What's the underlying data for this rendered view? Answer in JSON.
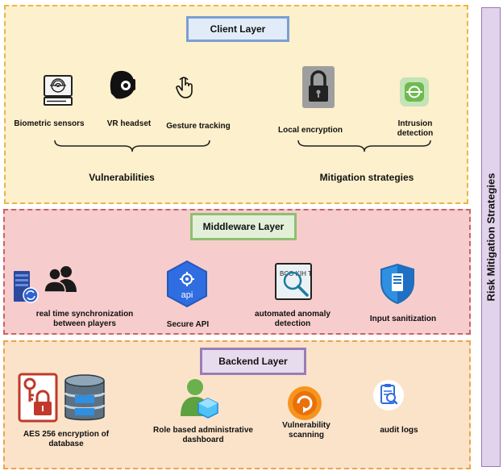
{
  "side_label": "Risk Mitigation Strategies",
  "client": {
    "title": "Client Layer",
    "items": [
      "Biometric sensors",
      "VR headset",
      "Gesture tracking",
      "Local encryption",
      "Intrusion detection"
    ],
    "group_vulnerabilities": "Vulnerabilities",
    "group_mitigation": "Mitigation strategies"
  },
  "middleware": {
    "title": "Middleware Layer",
    "items": [
      "real time synchronization between players",
      "Secure API",
      "automated anomaly detection",
      "Input sanitization"
    ],
    "api_icon_text": "api",
    "anomaly_icon_text": "BCO KIH TDS"
  },
  "backend": {
    "title": "Backend Layer",
    "items": [
      "AES 256 encryption of database",
      "Role based administrative dashboard",
      "Vulnerability scanning",
      "audit logs"
    ]
  },
  "colors": {
    "client_bg": "#fdf0cc",
    "middleware_bg": "#f7cccc",
    "backend_bg": "#fbe3c9",
    "side_bg": "#e2d3ec"
  }
}
